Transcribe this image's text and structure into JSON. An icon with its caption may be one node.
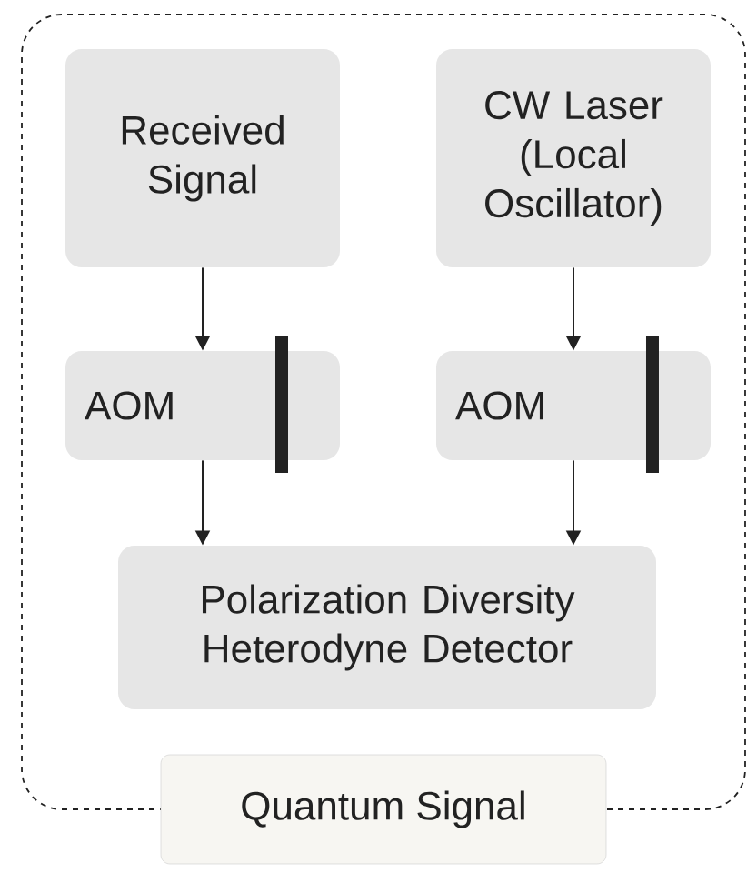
{
  "diagram": {
    "nodes": [
      {
        "text": [
          "Quantum Signal"
        ]
      },
      {
        "text": [
          "Received Signal"
        ],
        "in": 0
      },
      {
        "text": [
          "CW Laser (Local Oscillator)"
        ],
        "in": 0
      },
      {
        "text": [
          "AOM"
        ],
        "in": 0
      },
      {
        "text": [
          "AOM"
        ],
        "in": 0
      },
      {
        "text": [
          "Polarization Diversity Heterodyne Detector"
        ],
        "in": 0
      }
    ],
    "edges": [
      {
        "from": 1,
        "to": 3,
        "arrow": "to"
      },
      {
        "from": 2,
        "to": 4,
        "arrow": "to"
      },
      {
        "from": 3,
        "to": 5,
        "arrow": "to"
      },
      {
        "from": 4,
        "to": 5,
        "arrow": "to"
      }
    ]
  }
}
